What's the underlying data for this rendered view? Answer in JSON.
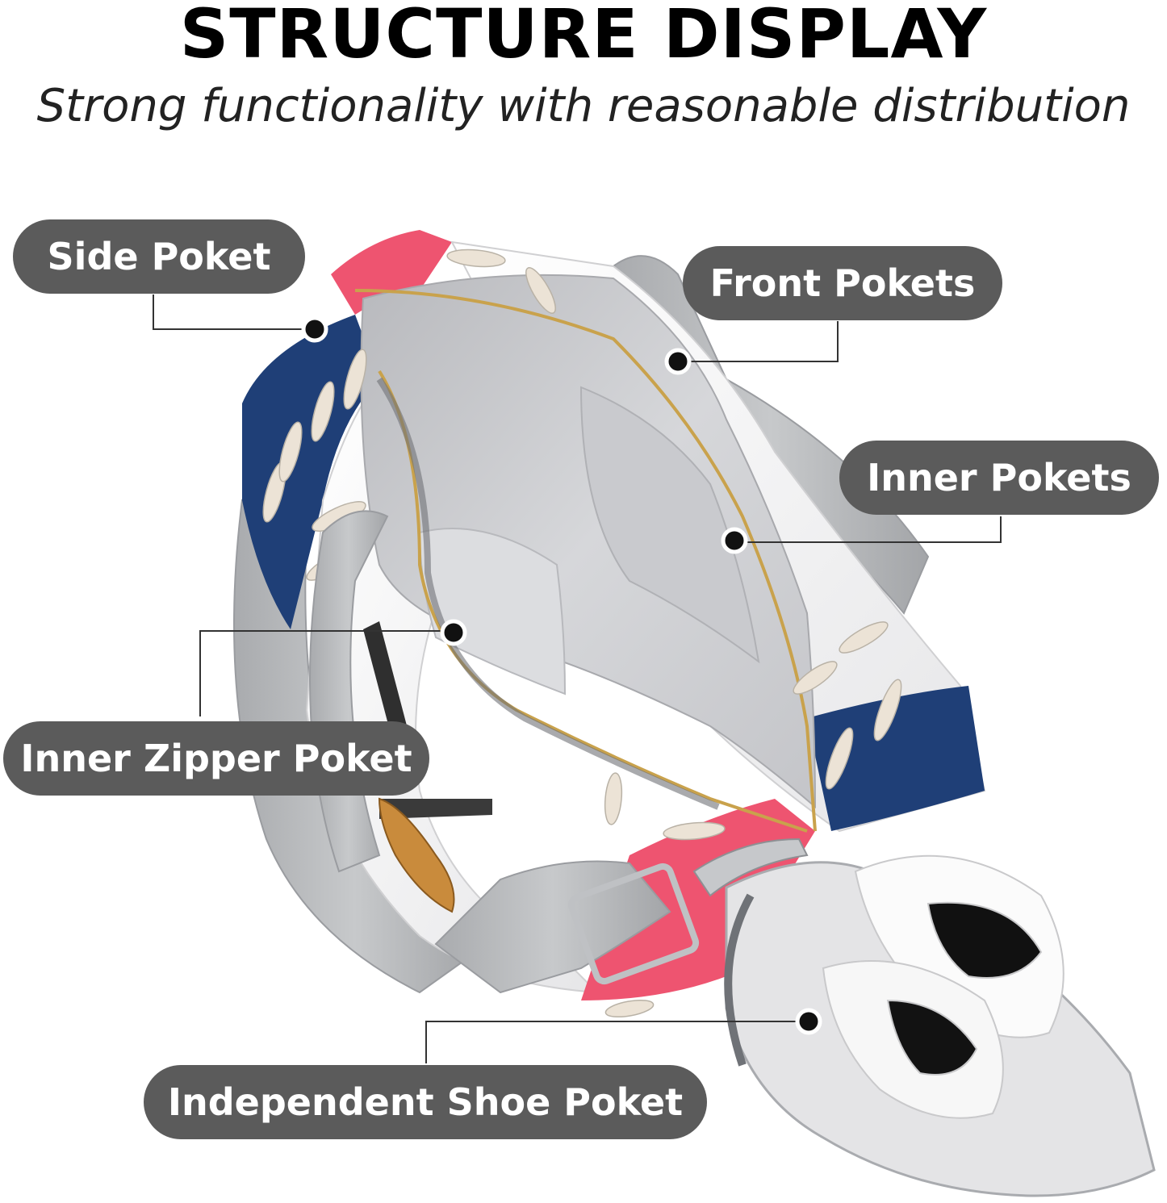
{
  "header": {
    "title": "STRUCTURE DISPLAY",
    "subtitle": "Strong functionality with reasonable distribution"
  },
  "callouts": {
    "side_pocket": "Side Poket",
    "front_pockets": "Front Pokets",
    "inner_pockets": "Inner Pokets",
    "inner_zipper_pocket": "Inner Zipper Poket",
    "shoe_pocket": "Independent Shoe Poket"
  },
  "colors": {
    "callout_bg": "#5b5b5b",
    "callout_text": "#ffffff",
    "bag_navy": "#1f3f77",
    "bag_pink": "#ee5470",
    "bag_white": "#f4f4f4",
    "strap_gray": "#b9bbbd",
    "lining_gray": "#cfd0d4",
    "lace_cream": "#ece3d6",
    "leader_line": "#333333"
  }
}
